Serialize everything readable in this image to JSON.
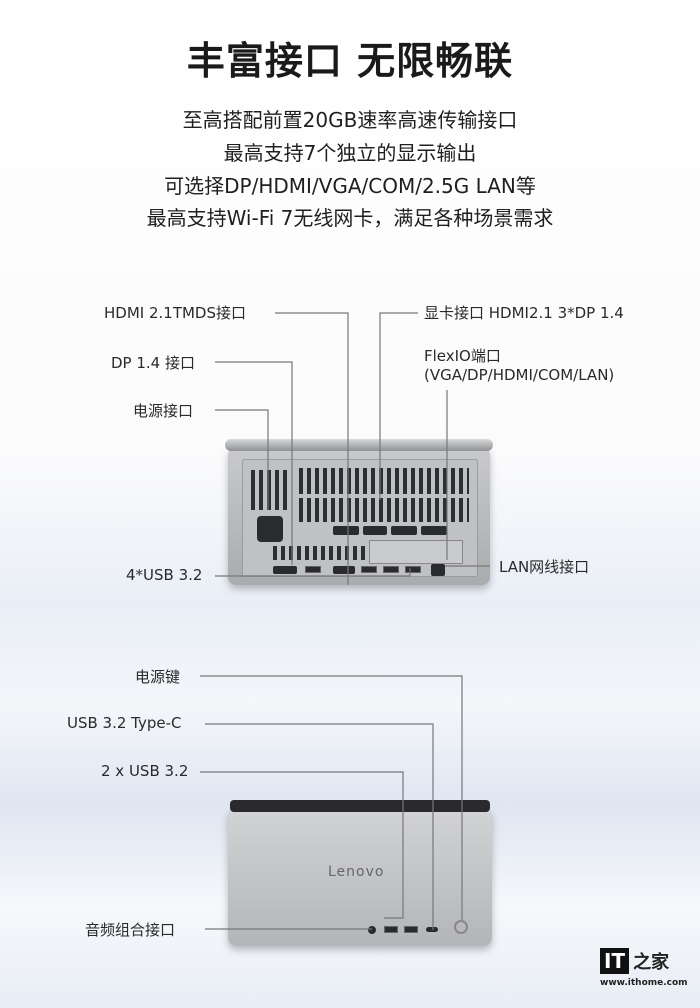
{
  "title": "丰富接口 无限畅联",
  "subtitle_lines": [
    "至高搭配前置20GB速率高速传输接口",
    "最高支持7个独立的显示输出",
    "可选择DP/HDMI/VGA/COM/2.5G LAN等",
    "最高支持Wi-Fi 7无线网卡，满足各种场景需求"
  ],
  "rear_labels": {
    "hdmi_tmds": "HDMI 2.1TMDS接口",
    "dp14": "DP 1.4 接口",
    "power": "电源接口",
    "usb4": "4*USB 3.2",
    "gpu": "显卡接口 HDMI2.1   3*DP 1.4",
    "flexio_1": "FlexIO端口",
    "flexio_2": "(VGA/DP/HDMI/COM/LAN)",
    "lan": "LAN网线接口"
  },
  "front_labels": {
    "power_button": "电源键",
    "usb_c": "USB 3.2 Type-C",
    "usb2": "2 x USB 3.2",
    "audio": "音频组合接口"
  },
  "device_brand": "Lenovo",
  "watermark": {
    "logo": "IT之家",
    "url": "www.ithome.com"
  }
}
